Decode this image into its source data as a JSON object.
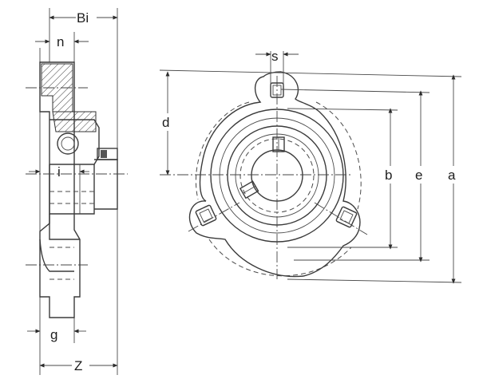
{
  "diagram": {
    "labels": {
      "Bi": "Bi",
      "n": "n",
      "i": "i",
      "g": "g",
      "Z": "Z",
      "s": "s",
      "d": "d",
      "b": "b",
      "e": "e",
      "a": "a"
    },
    "colors": {
      "line": "#3b3b3b",
      "background": "#ffffff"
    }
  }
}
